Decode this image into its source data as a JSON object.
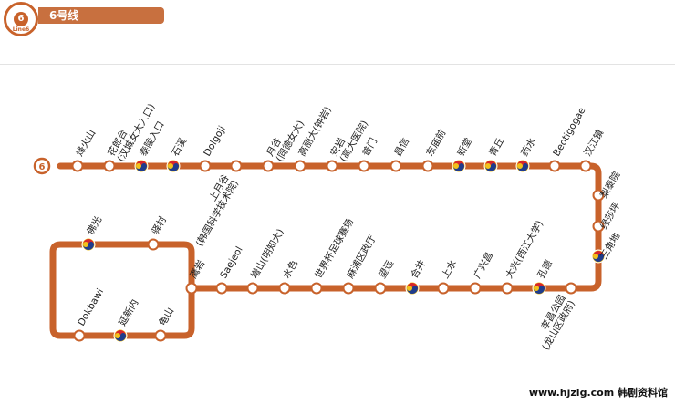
{
  "header": {
    "badge_number": "6",
    "badge_label": "Line6",
    "title": "6号线"
  },
  "colors": {
    "line": "#c8622b",
    "station_fill": "#ffffff",
    "transfer_red": "#d7262c",
    "transfer_blue": "#1f3c8c",
    "transfer_yellow": "#f2c21a"
  },
  "stations": [
    {
      "id": "s1",
      "name": "烽火山",
      "transfer": false
    },
    {
      "id": "s2",
      "name": "花郎台\n(汉城女大入口)",
      "transfer": false
    },
    {
      "id": "s3",
      "name": "泰陵入口",
      "transfer": true
    },
    {
      "id": "s4",
      "name": "石溪",
      "transfer": true
    },
    {
      "id": "s5",
      "name": "Dolgoji",
      "transfer": false
    },
    {
      "id": "s6",
      "name": "上月谷\n(韩国科学技术院)",
      "transfer": false
    },
    {
      "id": "s7",
      "name": "月谷\n(同德女大)",
      "transfer": false
    },
    {
      "id": "s8",
      "name": "高丽大(钟岩)",
      "transfer": false
    },
    {
      "id": "s9",
      "name": "安岩\n(高大医院)",
      "transfer": false
    },
    {
      "id": "s10",
      "name": "普门",
      "transfer": false
    },
    {
      "id": "s11",
      "name": "昌信",
      "transfer": false
    },
    {
      "id": "s12",
      "name": "东庙前",
      "transfer": false
    },
    {
      "id": "s13",
      "name": "新堂",
      "transfer": true
    },
    {
      "id": "s14",
      "name": "青丘",
      "transfer": true
    },
    {
      "id": "s15",
      "name": "药水",
      "transfer": true
    },
    {
      "id": "s16",
      "name": "Beotigogae",
      "transfer": false
    },
    {
      "id": "s17",
      "name": "汉江镇",
      "transfer": false
    },
    {
      "id": "s18",
      "name": "梨泰院",
      "transfer": false
    },
    {
      "id": "s19",
      "name": "绿莎坪",
      "transfer": false
    },
    {
      "id": "s20",
      "name": "三角地",
      "transfer": true
    },
    {
      "id": "s21",
      "name": "孝昌公园\n(龙山区政府)",
      "transfer": false
    },
    {
      "id": "s22",
      "name": "孔德",
      "transfer": true
    },
    {
      "id": "s23",
      "name": "大兴(西江大学)",
      "transfer": false
    },
    {
      "id": "s24",
      "name": "广兴昌",
      "transfer": false
    },
    {
      "id": "s25",
      "name": "上水",
      "transfer": false
    },
    {
      "id": "s26",
      "name": "合井",
      "transfer": true
    },
    {
      "id": "s27",
      "name": "望远",
      "transfer": false
    },
    {
      "id": "s28",
      "name": "麻浦区政厅",
      "transfer": false
    },
    {
      "id": "s29",
      "name": "世界杯足球赛场",
      "transfer": false
    },
    {
      "id": "s30",
      "name": "水色",
      "transfer": false
    },
    {
      "id": "s31",
      "name": "增山(明知大)",
      "transfer": false
    },
    {
      "id": "s32",
      "name": "Saejeol",
      "transfer": false
    },
    {
      "id": "s33",
      "name": "鹰岩",
      "transfer": false
    },
    {
      "id": "s34",
      "name": "驿村",
      "transfer": false
    },
    {
      "id": "s35",
      "name": "佛光",
      "transfer": true
    },
    {
      "id": "s36",
      "name": "Dokbawi",
      "transfer": false
    },
    {
      "id": "s37",
      "name": "延新内",
      "transfer": true
    },
    {
      "id": "s38",
      "name": "龟山",
      "transfer": false
    }
  ],
  "terminal_badge": "6",
  "watermark": "www.hjzlg.com  韩剧资料馆"
}
